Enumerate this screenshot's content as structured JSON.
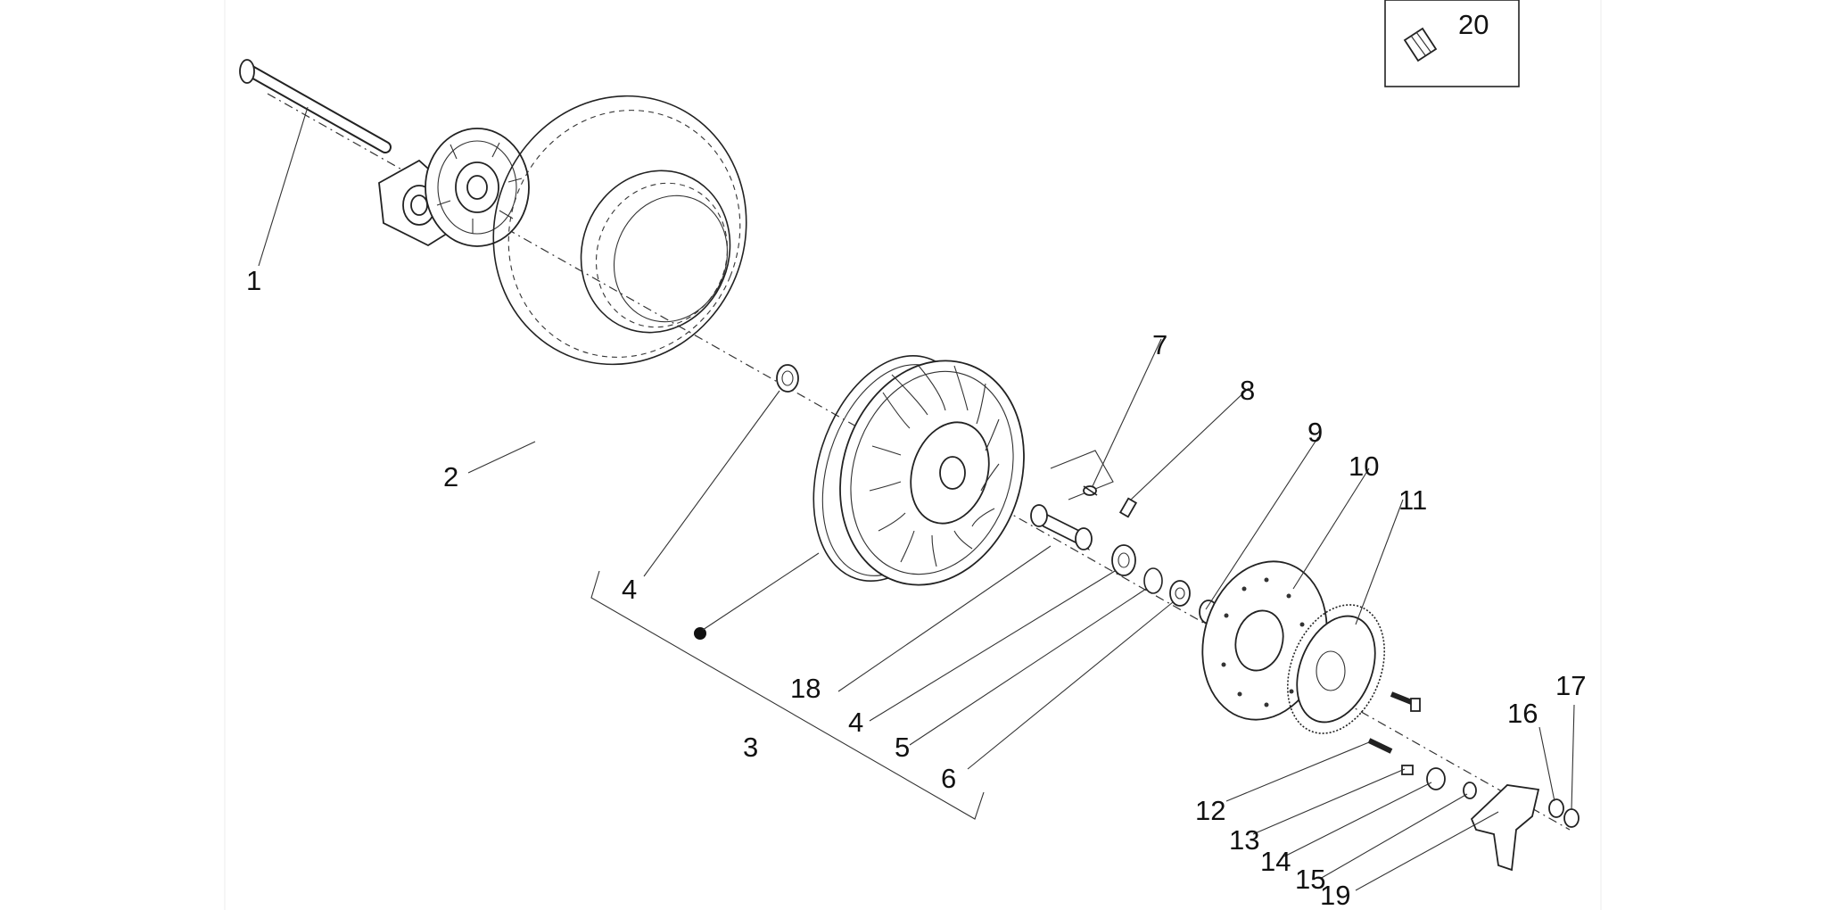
{
  "diagram": {
    "callouts": [
      {
        "id": "1",
        "text": "1"
      },
      {
        "id": "2",
        "text": "2"
      },
      {
        "id": "3",
        "text": "3"
      },
      {
        "id": "4a",
        "text": "4"
      },
      {
        "id": "4b",
        "text": "4"
      },
      {
        "id": "5",
        "text": "5"
      },
      {
        "id": "6",
        "text": "6"
      },
      {
        "id": "7",
        "text": "7"
      },
      {
        "id": "8",
        "text": "8"
      },
      {
        "id": "9",
        "text": "9"
      },
      {
        "id": "10",
        "text": "10"
      },
      {
        "id": "11",
        "text": "11"
      },
      {
        "id": "12",
        "text": "12"
      },
      {
        "id": "13",
        "text": "13"
      },
      {
        "id": "14",
        "text": "14"
      },
      {
        "id": "15",
        "text": "15"
      },
      {
        "id": "16",
        "text": "16"
      },
      {
        "id": "17",
        "text": "17"
      },
      {
        "id": "18",
        "text": "18"
      },
      {
        "id": "19",
        "text": "19"
      },
      {
        "id": "20",
        "text": "20"
      }
    ]
  }
}
